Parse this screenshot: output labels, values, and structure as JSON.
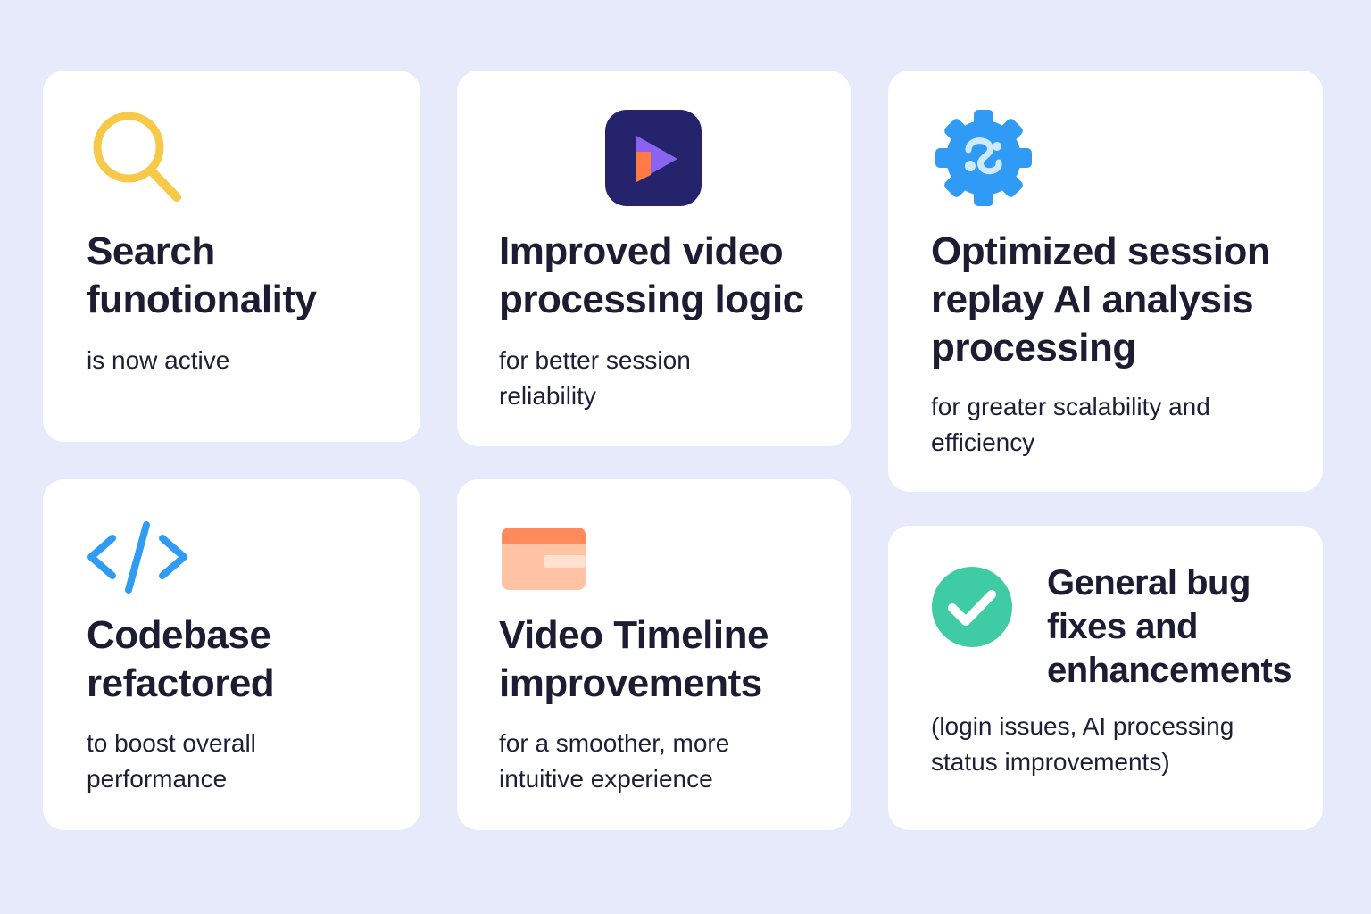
{
  "background_color": "#e7eafb",
  "cards": [
    {
      "icon": "search-icon",
      "icon_color": "#f7c948",
      "title": "Search funotionality",
      "description": "is now active"
    },
    {
      "icon": "play-icon",
      "icon_color": "#25236b",
      "title": "Improved video processing logic",
      "description": "for better session reliability"
    },
    {
      "icon": "gear-icon",
      "icon_color": "#2f9bf4",
      "title": "Optimized session replay AI analysis processing",
      "description": "for greater scalability and efficiency"
    },
    {
      "icon": "code-icon",
      "icon_color": "#2f9bf4",
      "title": "Codebase refactored",
      "description": "to boost overall performance"
    },
    {
      "icon": "timeline-icon",
      "icon_color": "#ff8a5b",
      "title": "Video Timeline improvements",
      "description": "for a smoother, more intuitive experience"
    },
    {
      "icon": "checkmark-icon",
      "icon_color": "#3fcba3",
      "title": "General bug fixes and enhancements",
      "description": "(login issues, AI processing status improvements)"
    }
  ]
}
